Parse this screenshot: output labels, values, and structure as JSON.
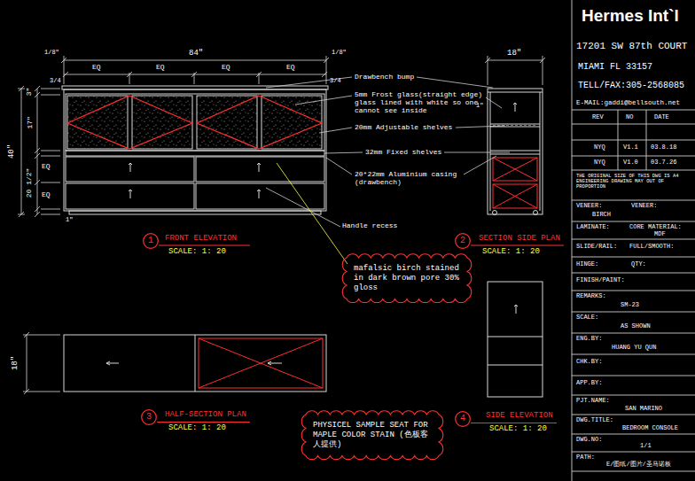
{
  "diagram": {
    "nodes": [
      {
        "text": [
          "1"
        ]
      },
      {
        "text": [
          "2"
        ]
      },
      {
        "text": [
          "mafalsic birch stained in dark brown pore 30% gloss"
        ]
      },
      {
        "text": [
          "3"
        ]
      },
      {
        "text": [
          "PHYSICEL SAMPLE SEAT FOR MAPLE COLOR STAIN (色板客人提供)"
        ]
      },
      {
        "text": [
          "4"
        ]
      }
    ],
    "labels": [
      "84\"",
      "EQ",
      "EQ",
      "EQ",
      "EQ",
      "1/8\"",
      "1/8\"",
      "3/4",
      "3/4",
      "40\"",
      "3\"",
      "17\"",
      "EQ",
      "EQ",
      "20 1/2\"",
      "1\"",
      "18\"",
      "1\"",
      "Drawbench bump",
      "5mm Frost glass(straight edge) glass lined with white so one cannot see inside",
      "20mm Adjustable shelves",
      "32mm Fixed shelves",
      "20*22mm Aluminium casing (drawbench)",
      "Handle recess",
      "FRONT ELEVATION",
      "SCALE: 1: 20",
      "SECTION SIDE PLAN",
      "SCALE: 1: 20",
      "18\"",
      "HALF-SECTION PLAN",
      "SCALE: 1: 20",
      "SIDE ELEVATION",
      "SCALE: 1: 20",
      "Hermes Int`l",
      "17201 SW 87th COURT",
      "MIAMI FL 33157",
      "TELL/FAX:305-2568085",
      "E-MAIL:gaddi@bellsouth.net",
      "REV",
      "NO",
      "DATE",
      "NYQ",
      "V1.1",
      "03.8.18",
      "NYQ",
      "V1.0",
      "03.7.26",
      "THE ORIGINAL SIZE OF THIS DWG IS A4 ENGINEERING DRAWING MAY OUT OF PROPORTION",
      "VENEER:",
      "BIRCH",
      "VENEER:",
      "LAMINATE:",
      "CORE MATERIAL:",
      "MDF",
      "SLIDE/RAIL:",
      "FULL/SMOOTH:",
      "HINGE:",
      "QTY:",
      "FINISH/PAINT:",
      "REMARKS:",
      "SM-23",
      "SCALE:",
      "AS SHOWN",
      "ENG.BY:",
      "HUANG YU QUN",
      "CHK.BY:",
      "APP.BY:",
      "PJT.NAME:",
      "SAN MARINO",
      "DWG.TITLE:",
      "BEDROOM CONSOLE",
      "DWG.NO:",
      "1/1",
      "PATH:",
      "E/图纸/图片/圣马诺板"
    ]
  }
}
